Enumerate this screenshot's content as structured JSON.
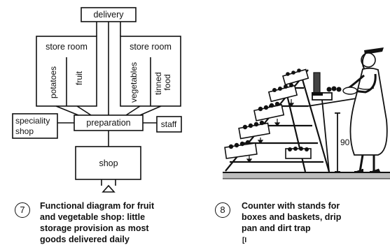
{
  "diagram": {
    "delivery": "delivery",
    "store_left": {
      "title": "store room",
      "items": [
        "potatoes",
        "fruit"
      ]
    },
    "store_right": {
      "title": "store room",
      "items": [
        "vegetables",
        "tinned food"
      ]
    },
    "preparation": "preparation",
    "speciality": [
      "speciality",
      "shop"
    ],
    "staff": "staff",
    "shop": "shop"
  },
  "counter": {
    "height_label": "90"
  },
  "captions": [
    {
      "number": "7",
      "text": "Functional diagram for fruit\nand vegetable shop: little\nstorage provision as most\ngoods delivered daily"
    },
    {
      "number": "8",
      "text": "Counter with stands for\nboxes and baskets, drip\npan and dirt trap"
    }
  ],
  "footer_mark": "[I",
  "colors": {
    "ink": "#111111",
    "paper": "#ffffff"
  }
}
